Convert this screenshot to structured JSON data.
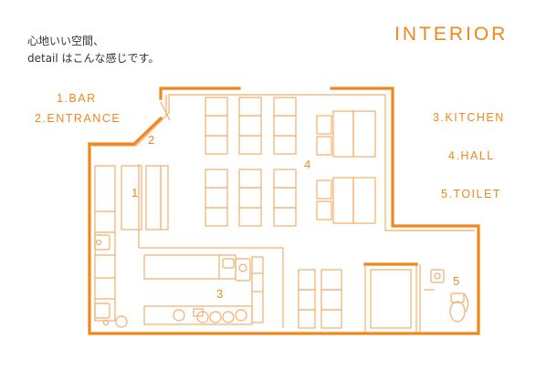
{
  "intro": {
    "line1": "心地いい空間、",
    "line2": "detail はこんな感じです。"
  },
  "title": "INTERIOR",
  "legend": {
    "bar": "1.BAR",
    "entrance": "2.ENTRANCE",
    "kitchen": "3.KITCHEN",
    "hall": "4.HALL",
    "toilet": "5.TOILET"
  },
  "plan_labels": {
    "bar": "1",
    "entrance": "2",
    "kitchen": "3",
    "hall": "4",
    "toilet": "5"
  },
  "colors": {
    "accent": "#f0871c",
    "line": "#f3ad6a"
  }
}
